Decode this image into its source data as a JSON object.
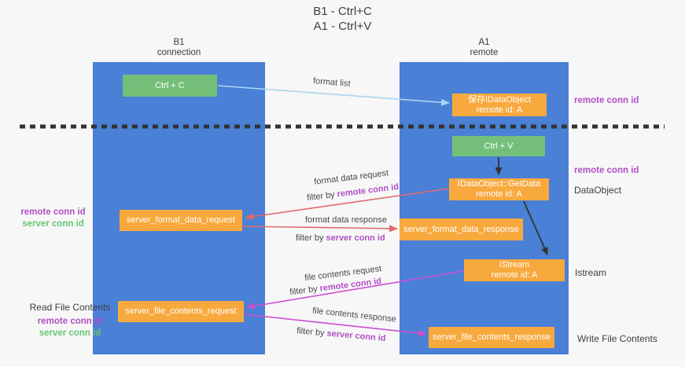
{
  "title": {
    "line1": "B1 - Ctrl+C",
    "line2": "A1 - Ctrl+V"
  },
  "columns": {
    "left": {
      "name": "B1",
      "role": "connection"
    },
    "right": {
      "name": "A1",
      "role": "remote"
    }
  },
  "nodes": {
    "ctrl_c": {
      "label": "Ctrl + C"
    },
    "save_dataobject": {
      "line1": "保存IDataObject",
      "line2": "remote id: A"
    },
    "ctrl_v": {
      "label": "Ctrl + V"
    },
    "getdata": {
      "line1": "IDataObject::GetData",
      "line2": "remote id: A"
    },
    "format_request": {
      "label": "server_format_data_request"
    },
    "format_response": {
      "label": "server_format_data_response"
    },
    "istream": {
      "line1": "IStream",
      "line2": "remote id: A"
    },
    "file_request": {
      "label": "server_file_contents_request"
    },
    "file_response": {
      "label": "server_file_contents_response"
    }
  },
  "flows": {
    "format_list": {
      "label": "format list"
    },
    "format_data_request": {
      "label": "format data request",
      "filter_prefix": "filter by ",
      "filter_key": "remote conn id"
    },
    "format_data_response": {
      "label": "format data response",
      "filter_prefix": "filter by ",
      "filter_key": "server conn id"
    },
    "file_contents_request": {
      "label": "file contents request",
      "filter_prefix": "filter by ",
      "filter_key": "remote conn id"
    },
    "file_contents_response": {
      "label": "file contents response",
      "filter_prefix": "filter by ",
      "filter_key": "server conn id"
    }
  },
  "side_labels": {
    "right_remote_conn_top": "remote conn id",
    "right_remote_conn_mid": "remote conn id",
    "right_dataobject": "DataObject",
    "right_istream": "Istream",
    "right_write_file": "Write File Contents",
    "left_remote_conn_top": "remote conn id",
    "left_server_conn_top": "server conn id",
    "left_read_file": "Read File Contents",
    "left_remote_conn_bottom": "remote conn id",
    "left_server_conn_bottom": "server conn id"
  },
  "colors": {
    "column-blue": "#4a80d6",
    "node-orange": "#f8a93e",
    "node-green": "#74c07a",
    "arrow-red": "#e0696b",
    "arrow-magenta": "#cd4fcf",
    "arrow-lightblue": "#a9d5f2",
    "arrow-black": "#333333",
    "text-purple": "#b14fc4",
    "text-green": "#67c573"
  }
}
